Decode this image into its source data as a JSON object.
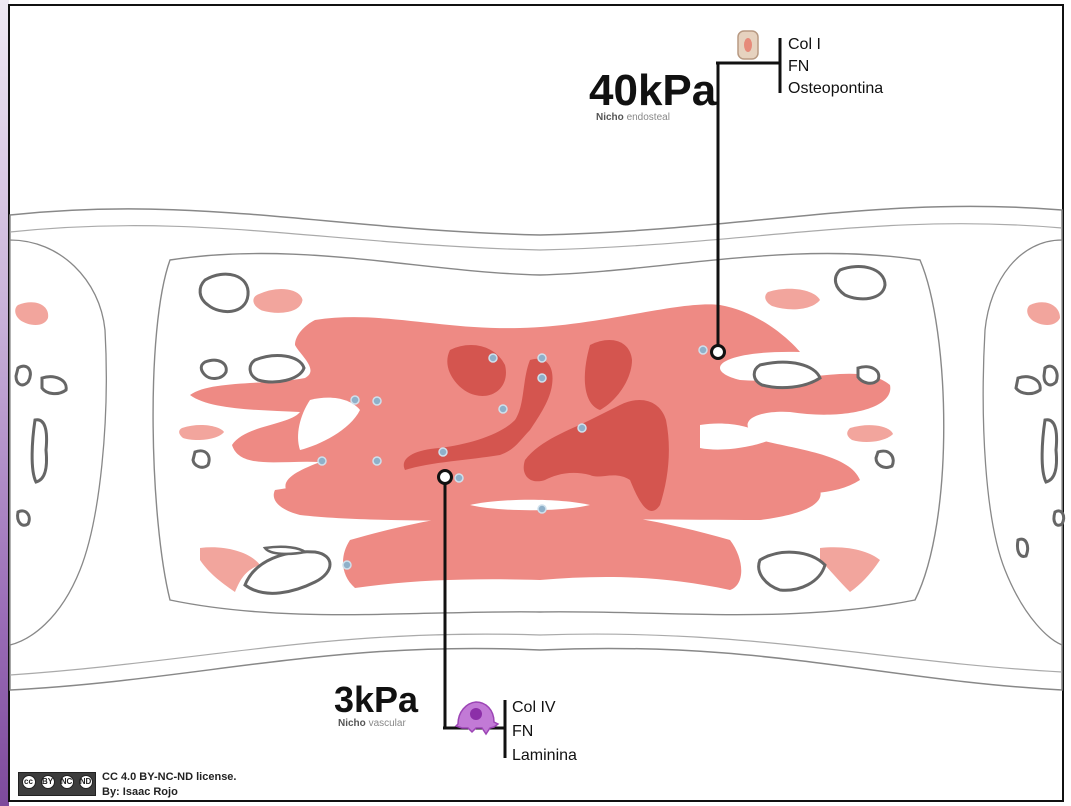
{
  "top_label": {
    "stiffness": "40kPa",
    "niche_strong": "Nicho",
    "niche_light": "endosteal",
    "items": [
      "Col I",
      "FN",
      "Osteopontina"
    ]
  },
  "bottom_label": {
    "stiffness": "3kPa",
    "niche_strong": "Nicho",
    "niche_light": "vascular",
    "items": [
      "Col IV",
      "FN",
      "Laminina"
    ]
  },
  "license": {
    "badge": [
      "cc",
      "BY",
      "NC",
      "ND"
    ],
    "line1": "CC 4.0 BY-NC-ND license.",
    "line2": "By: Isaac Rojo"
  },
  "colors": {
    "marrow": "#ee8a84",
    "marrow_dark": "#d4554f",
    "bone_outline": "#666666",
    "bone_fill_pink": "#f2a59d",
    "cell_dot": "#8fb0c9",
    "vascular_cell": "#b54fc9"
  }
}
